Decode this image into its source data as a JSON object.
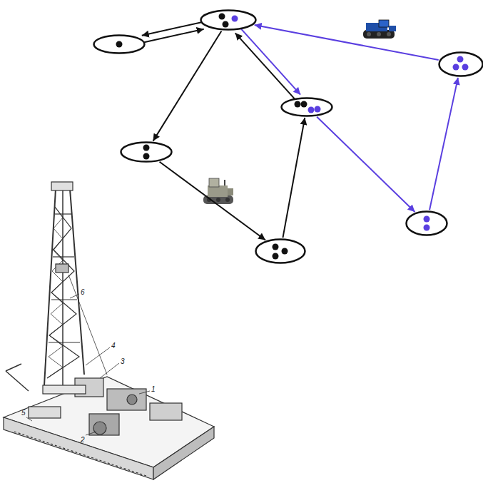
{
  "diagram": {
    "nodes": [
      {},
      {},
      {},
      {},
      {},
      {},
      {}
    ],
    "edges": [
      {
        "from": 0,
        "to": 1,
        "arrow": "to"
      },
      {
        "from": 1,
        "to": 0,
        "arrow": "to"
      },
      {
        "from": 0,
        "to": 4,
        "arrow": "to"
      },
      {
        "from": 4,
        "to": 6,
        "arrow": "to"
      },
      {
        "from": 6,
        "to": 3,
        "arrow": "to"
      },
      {
        "from": 3,
        "to": 0,
        "arrow": "to"
      },
      {
        "from": 0,
        "to": 3,
        "arrow": "to"
      },
      {
        "from": 3,
        "to": 5,
        "arrow": "to"
      },
      {
        "from": 5,
        "to": 2,
        "arrow": "to"
      },
      {
        "from": 2,
        "to": 0,
        "arrow": "to"
      }
    ],
    "labels": [
      "6",
      "4",
      "3",
      "1",
      "5",
      "2"
    ]
  }
}
